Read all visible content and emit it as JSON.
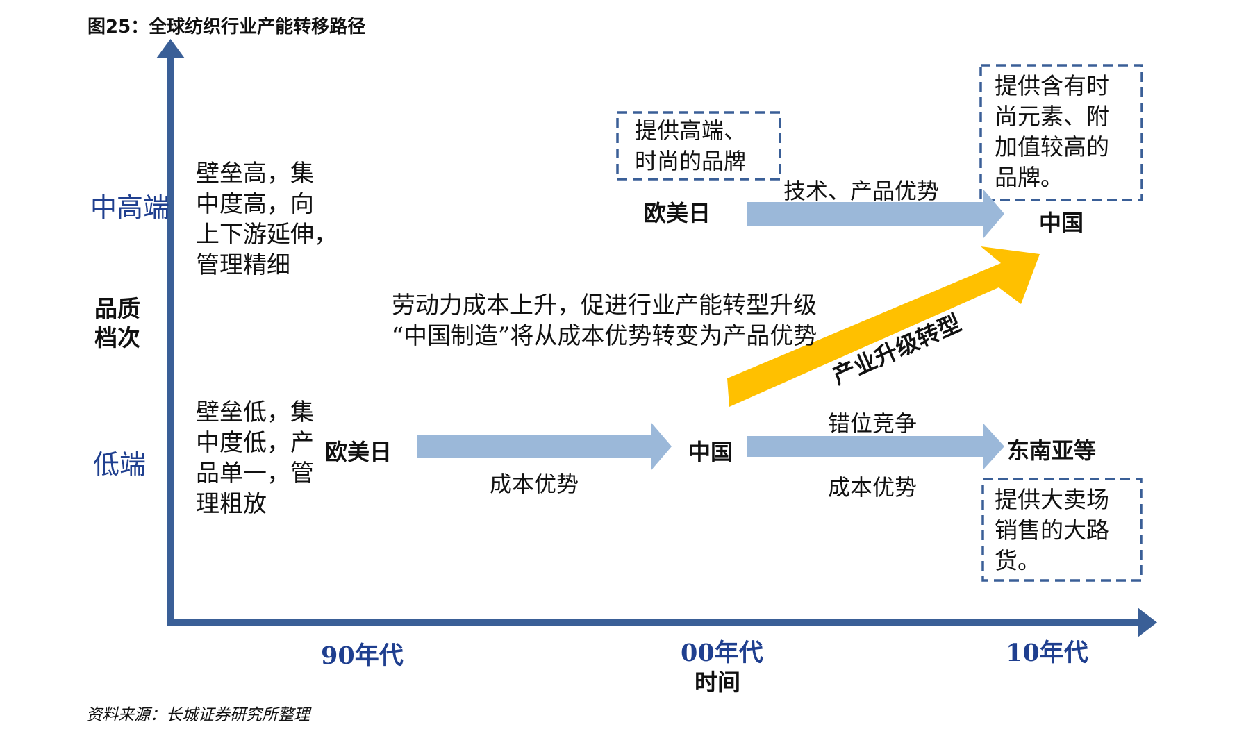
{
  "title": "图25：全球纺织行业产能转移路径",
  "y_axis": {
    "title_line1": "品质",
    "title_line2": "档次",
    "high_label": "中高端",
    "low_label": "低端"
  },
  "x_axis": {
    "title": "时间",
    "decades": [
      "90年代",
      "00年代",
      "10年代"
    ]
  },
  "high_desc": [
    "壁垒高，集",
    "中度高，向",
    "上下游延伸，",
    "管理精细"
  ],
  "low_desc": [
    "壁垒低，集",
    "中度低，产",
    "品单一，管",
    "理粗放"
  ],
  "box_west_high": [
    "提供高端、",
    "时尚的品牌"
  ],
  "box_china_high": [
    "提供含有时",
    "尚元素、附",
    "加值较高的",
    "品牌。"
  ],
  "box_sea_low": [
    "提供大卖场",
    "销售的大路",
    "货。"
  ],
  "regions": {
    "west_high": "欧美日",
    "china_high": "中国",
    "west_low": "欧美日",
    "china_low": "中国",
    "sea_low": "东南亚等"
  },
  "arrow_labels": {
    "tech_product": "技术、产品优势",
    "cost_1": "成本优势",
    "misplaced_competition": "错位竞争",
    "cost_2": "成本优势",
    "upgrade": "产业升级转型"
  },
  "center_text": [
    "劳动力成本上升，促进行业产能转型升级",
    "“中国制造”将从成本优势转变为产品优势"
  ],
  "source": "资料来源：长城证券研究所整理",
  "colors": {
    "axis": "#3A5F97",
    "flow_arrow": "#9BB8D9",
    "upgrade_arrow": "#FFC000",
    "box_border": "#3A5F97",
    "label_blue": "#1F3F8F"
  }
}
